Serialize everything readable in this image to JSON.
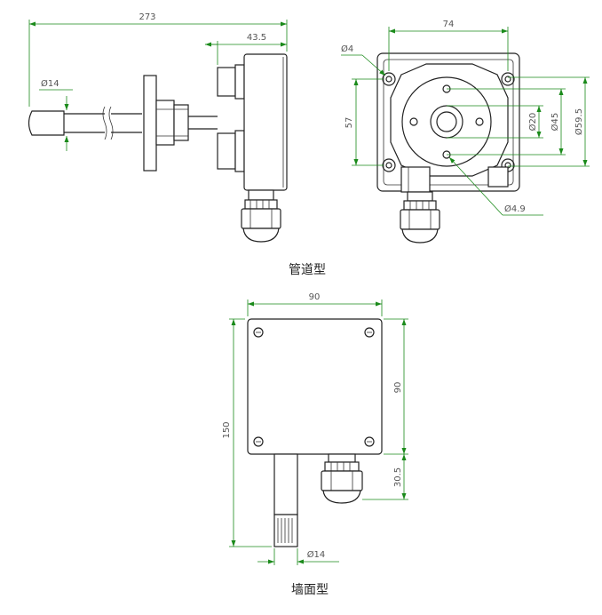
{
  "captions": {
    "duct": "管道型",
    "wall": "墙面型"
  },
  "dimensions": {
    "duct_side_total_length": "273",
    "duct_side_housing_depth": "43.5",
    "duct_side_probe_diameter": "Ø14",
    "duct_front_width": "74",
    "duct_front_hole_diameter": "Ø4",
    "duct_front_hole_spacing": "57",
    "duct_front_flange_inner": "Ø20",
    "duct_front_flange_bolt": "Ø45",
    "duct_front_flange_outer": "Ø59.5",
    "duct_front_flange_hole": "Ø4.9",
    "wall_width": "90",
    "wall_height_total": "150",
    "wall_height_box": "90",
    "wall_height_lower": "30.5",
    "wall_probe_diameter": "Ø14"
  },
  "colors": {
    "dimension_line": "#1a8a1a",
    "outline": "#222222",
    "text": "#555555"
  }
}
